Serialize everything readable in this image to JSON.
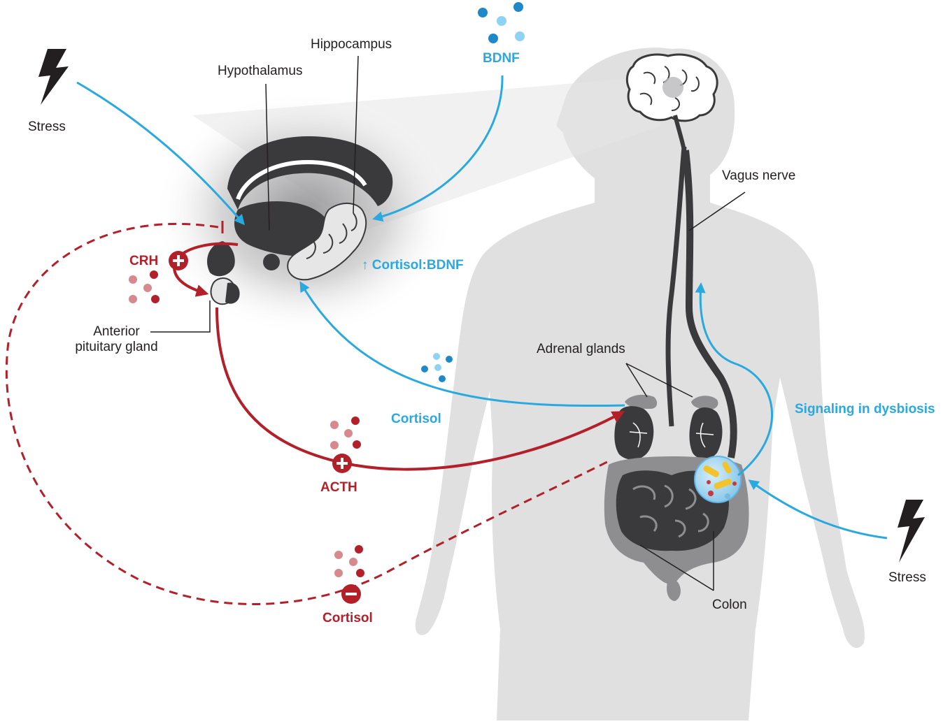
{
  "labels": {
    "stress_top": "Stress",
    "hypothalamus": "Hypothalamus",
    "hippocampus": "Hippocampus",
    "bdnf": "BDNF",
    "vagus_nerve": "Vagus nerve",
    "crh": "CRH",
    "cortisol_bdnf": "Cortisol:BDNF",
    "cortisol_bdnf_arrow": "↑",
    "anterior_pituitary_line1": "Anterior",
    "anterior_pituitary_line2": "pituitary gland",
    "adrenal_glands": "Adrenal glands",
    "cortisol_blue": "Cortisol",
    "signaling_dysbiosis": "Signaling in dysbiosis",
    "acth": "ACTH",
    "stress_right": "Stress",
    "colon": "Colon",
    "cortisol_red": "Cortisol"
  },
  "colors": {
    "red": "#b3202a",
    "blue": "#29a9e0",
    "dark": "#3a3a3c",
    "body_gray": "#e0e0e0",
    "text": "#231f20"
  }
}
